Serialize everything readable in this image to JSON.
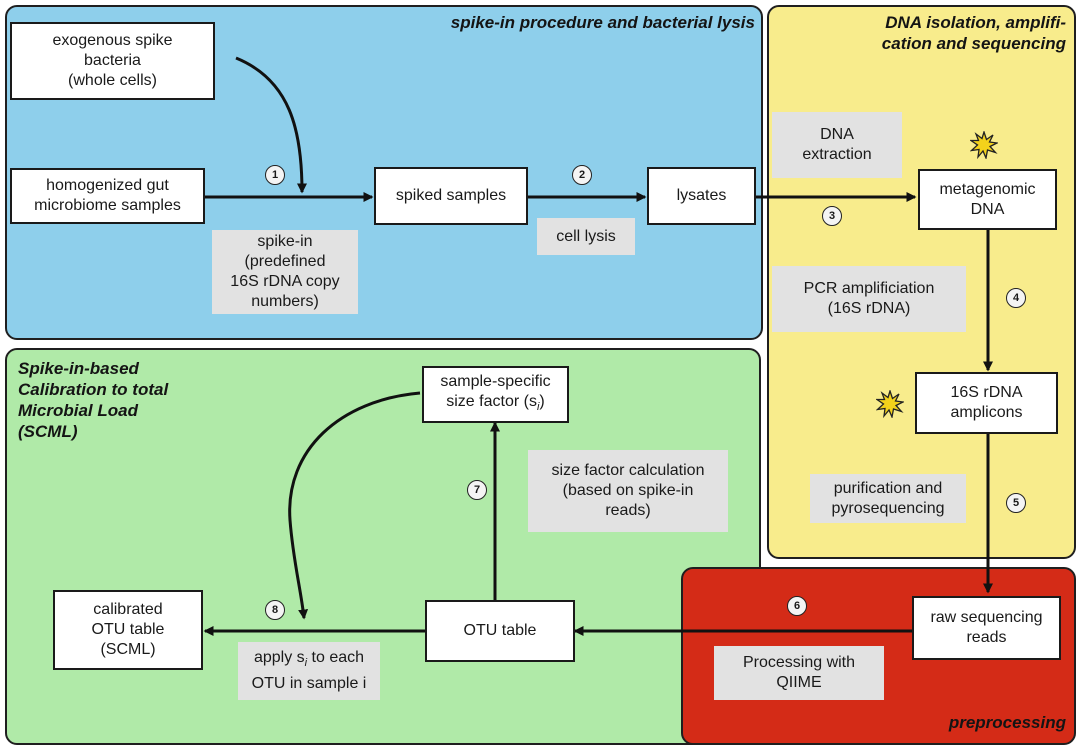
{
  "panels": {
    "spike": {
      "title": "spike-in procedure and bacterial lysis",
      "color": "#8ecfeb"
    },
    "dna": {
      "title": "DNA isolation, amplifi-\ncation and sequencing",
      "color": "#f8ec8c"
    },
    "scml": {
      "title": "Spike-in-based\nCalibration to total\nMicrobial Load\n(SCML)",
      "color": "#b0eaa8"
    },
    "pre": {
      "title": "preprocessing",
      "color": "#d42b17"
    }
  },
  "nodes": {
    "spike_bacteria": "exogenous spike\nbacteria\n(whole cells)",
    "gut_samples": "homogenized gut\nmicrobiome samples",
    "spiked_samples": "spiked samples",
    "lysates": "lysates",
    "metagenomic_dna": "metagenomic\nDNA",
    "amplicons": "16S rDNA\namplicons",
    "raw_reads": "raw sequencing\nreads",
    "otu_table": "OTU table",
    "size_factor_pre": "sample-specific\nsize factor (s",
    "size_factor_sub": "i",
    "size_factor_post": ")",
    "calibrated": "calibrated\nOTU table\n(SCML)"
  },
  "labels": {
    "spike_in": "spike-in\n(predefined\n16S rDNA copy\nnumbers)",
    "cell_lysis": "cell lysis",
    "dna_extraction": "DNA\nextraction",
    "pcr": "PCR amplificiation\n(16S rDNA)",
    "purification": "purification and\npyrosequencing",
    "qiime": "Processing with\nQIIME",
    "size_calc": "size factor calculation\n(based on spike-in\nreads)",
    "apply_pre": "apply s",
    "apply_sub": "i",
    "apply_post": " to each\nOTU in sample i"
  },
  "steps": [
    "1",
    "2",
    "3",
    "4",
    "5",
    "6",
    "7",
    "8"
  ],
  "colors": {
    "arrow": "#111111",
    "label_bg": "#e2e2e2",
    "burst": "#f3d21b"
  }
}
